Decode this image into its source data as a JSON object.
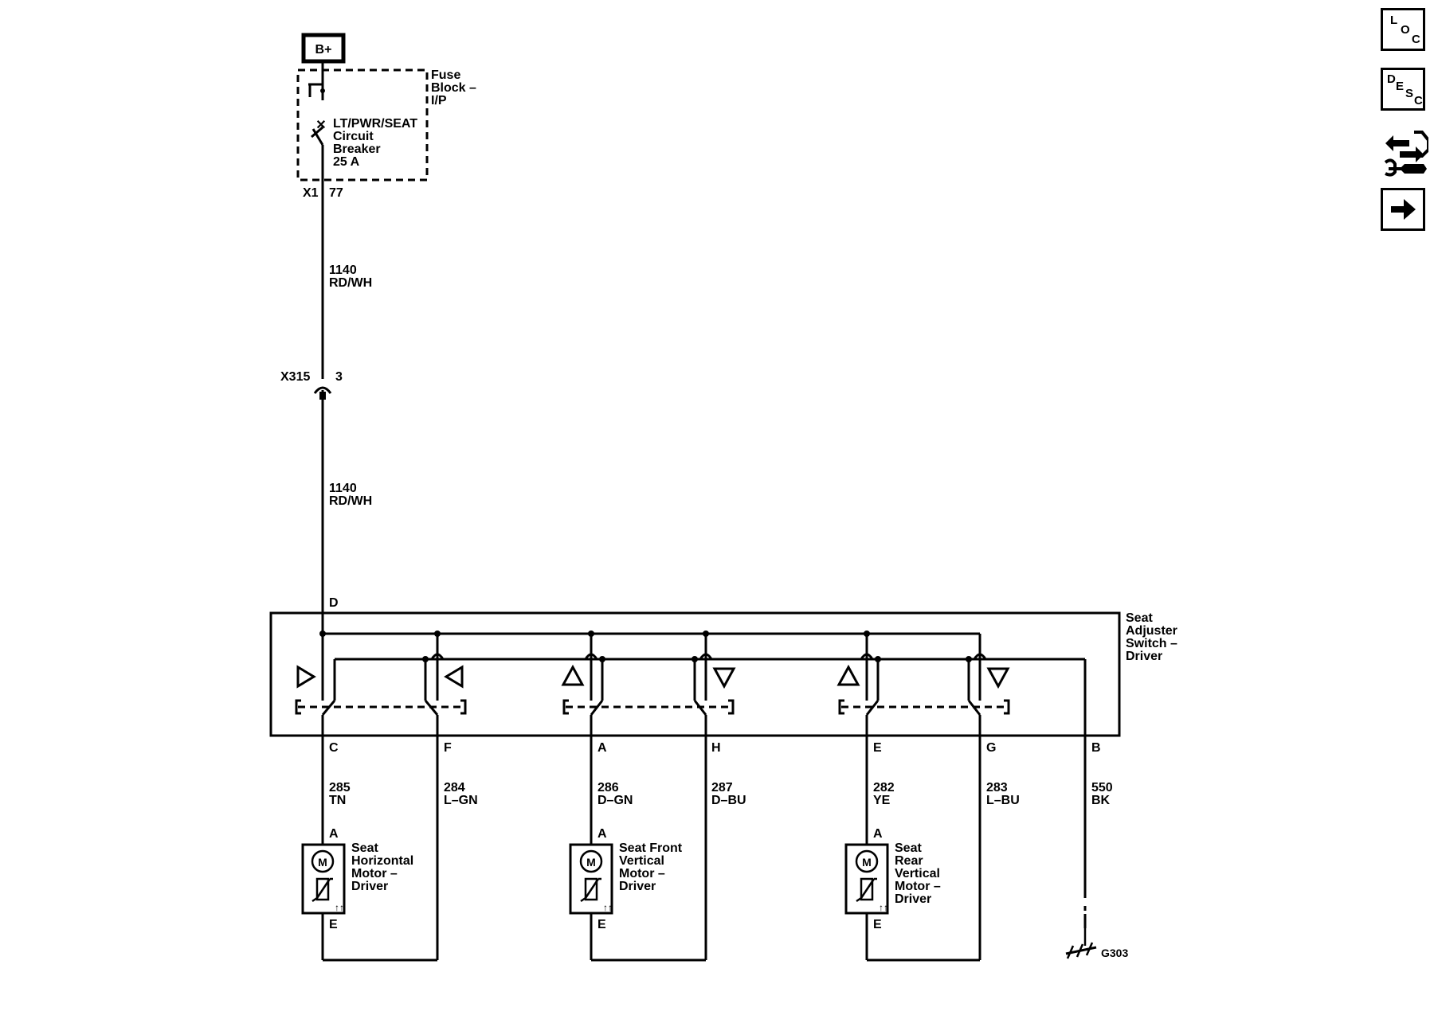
{
  "power_source": "B+",
  "fuse_block": {
    "line1": "Fuse",
    "line2": "Block –",
    "line3": "I/P"
  },
  "breaker": {
    "line1": "LT/PWR/SEAT",
    "line2": "Circuit",
    "line3": "Breaker",
    "line4": "25 A"
  },
  "connector_x1": {
    "name": "X1",
    "pin": "77"
  },
  "wire_upper": {
    "circuit": "1140",
    "color": "RD/WH"
  },
  "connector_x315": {
    "name": "X315",
    "pin": "3"
  },
  "wire_lower": {
    "circuit": "1140",
    "color": "RD/WH"
  },
  "switch_input_pin": "D",
  "switch": {
    "line1": "Seat",
    "line2": "Adjuster",
    "line3": "Switch –",
    "line4": "Driver"
  },
  "switch_pins": [
    "C",
    "F",
    "A",
    "H",
    "E",
    "G",
    "B"
  ],
  "wires": [
    {
      "circuit": "285",
      "color": "TN"
    },
    {
      "circuit": "284",
      "color": "L–GN"
    },
    {
      "circuit": "286",
      "color": "D–GN"
    },
    {
      "circuit": "287",
      "color": "D–BU"
    },
    {
      "circuit": "282",
      "color": "YE"
    },
    {
      "circuit": "283",
      "color": "L–BU"
    },
    {
      "circuit": "550",
      "color": "BK"
    }
  ],
  "motors": [
    {
      "pin_top": "A",
      "pin_bottom": "E",
      "symbol": "M",
      "lines": [
        "Seat",
        "Horizontal",
        "Motor –",
        "Driver"
      ]
    },
    {
      "pin_top": "A",
      "pin_bottom": "E",
      "symbol": "M",
      "lines": [
        "Seat Front",
        "Vertical",
        "Motor –",
        "Driver"
      ]
    },
    {
      "pin_top": "A",
      "pin_bottom": "E",
      "symbol": "M",
      "lines": [
        "Seat",
        "Rear",
        "Vertical",
        "Motor –",
        "Driver"
      ]
    }
  ],
  "ground": "G303",
  "nav": {
    "loc": {
      "l1": "L",
      "l2": "O",
      "l3": "C"
    },
    "desc": {
      "l1": "D",
      "l2": "E",
      "l3": "S",
      "l4": "C"
    },
    "icons": [
      "location-icon",
      "description-icon",
      "connector-swap-icon",
      "next-arrow-icon"
    ]
  }
}
